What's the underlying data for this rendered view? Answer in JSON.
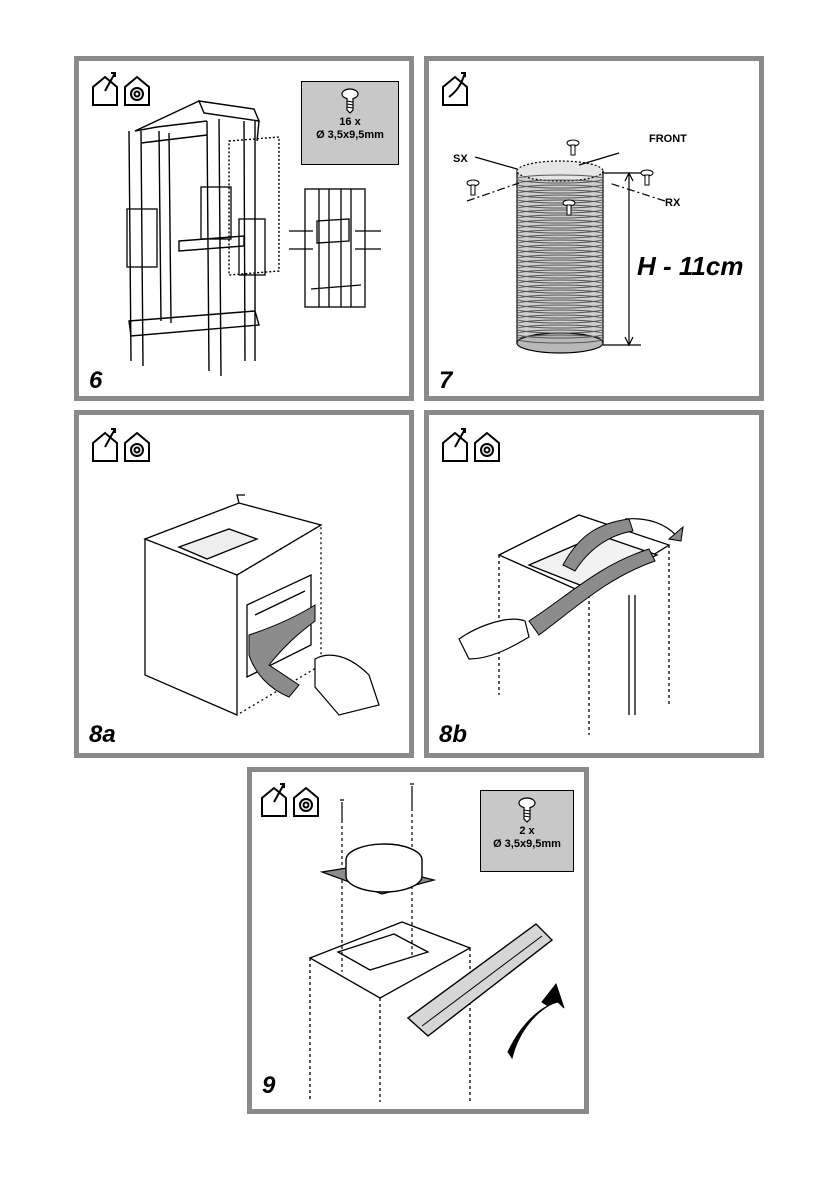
{
  "panels": {
    "p6": {
      "step": "6",
      "spec_qty": "16 x",
      "spec_size": "Ø 3,5x9,5mm",
      "icons": [
        "ducted-house-icon",
        "recirculation-house-icon"
      ]
    },
    "p7": {
      "step": "7",
      "label_sx": "SX",
      "label_front": "FRONT",
      "label_rx": "RX",
      "dimension": "H - 11cm",
      "icons": [
        "ducted-house-icon"
      ]
    },
    "p8a": {
      "step": "8a",
      "icons": [
        "ducted-house-icon",
        "recirculation-house-icon"
      ]
    },
    "p8b": {
      "step": "8b",
      "icons": [
        "ducted-house-icon",
        "recirculation-house-icon"
      ]
    },
    "p9": {
      "step": "9",
      "spec_qty": "2 x",
      "spec_size": "Ø 3,5x9,5mm",
      "icons": [
        "ducted-house-icon",
        "recirculation-house-icon"
      ]
    }
  },
  "colors": {
    "frame": "#8a8a8a",
    "spec_box": "#c8c8c8",
    "tape": "#8c8c8c"
  }
}
